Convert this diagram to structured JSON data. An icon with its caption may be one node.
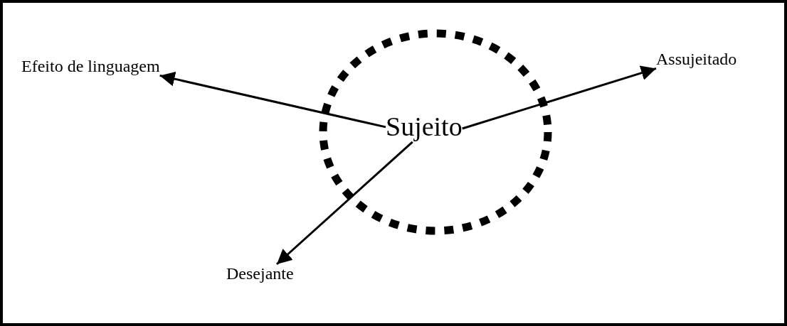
{
  "diagram": {
    "nodes": [
      {
        "text": [],
        "shape": "circle"
      },
      {
        "text": [
          "Sujeito"
        ],
        "in": 0
      },
      {
        "text": [
          "Efeito de linguagem"
        ]
      },
      {
        "text": [
          "Assujeitado"
        ]
      },
      {
        "text": [
          "Desejante"
        ]
      }
    ],
    "edges": [
      {
        "from": 1,
        "to": 2,
        "arrow": "to"
      },
      {
        "from": 1,
        "to": 3,
        "arrow": "to"
      },
      {
        "from": 1,
        "to": 4,
        "arrow": "to"
      }
    ]
  }
}
